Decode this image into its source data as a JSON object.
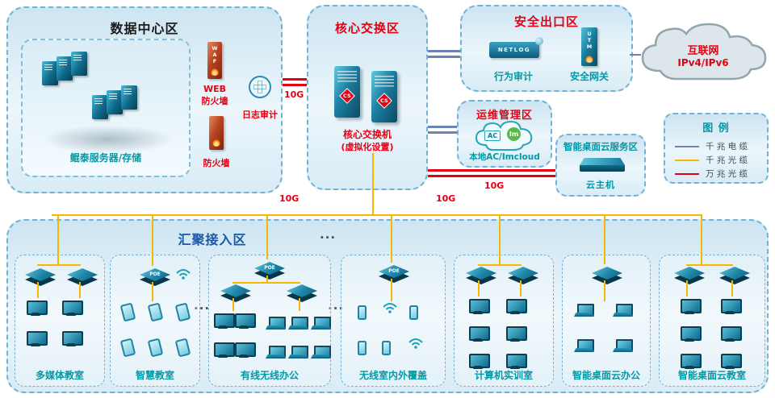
{
  "colors": {
    "gigabit_copper": "#6d83b4",
    "gigabit_fiber": "#f5b800",
    "ten_gigabit_fiber": "#e60012",
    "zone_border": "#72b2d4",
    "label_teal": "#009aa8",
    "label_red": "#e60012",
    "title_blue": "#1b57a8"
  },
  "datacenter": {
    "title": "数据中心区",
    "servers_label": "鲲泰服务器/存储",
    "waf_text": "WAF",
    "web_line1": "WEB",
    "web_line2": "防火墙",
    "log_label": "日志审计",
    "firewall_label": "防火墙"
  },
  "core": {
    "title": "核心交换区",
    "cs_text": "CS",
    "label1": "核心交换机",
    "label2": "(虚拟化设置)"
  },
  "security": {
    "title": "安全出口区",
    "netlog_text": "NETLOG",
    "behavior_label": "行为审计",
    "utm_text": "UTM",
    "gateway_label": "安全网关"
  },
  "internet": {
    "line1": "互联网",
    "line2": "IPv4/IPv6"
  },
  "ops": {
    "title": "运维管理区",
    "ac_text": "AC",
    "im_text": "Im",
    "label": "本地AC/Imcloud"
  },
  "desktop_cloud": {
    "title": "智能桌面云服务区",
    "label": "云主机"
  },
  "legend": {
    "title": "图 例",
    "items": [
      {
        "label": "千 兆 电 缆",
        "color": "#6d83b4"
      },
      {
        "label": "千 兆 光 缆",
        "color": "#f5b800"
      },
      {
        "label": "万 兆 光 缆",
        "color": "#e60012"
      }
    ]
  },
  "aggregation": {
    "title": "汇聚接入区",
    "ellipsis_top": "...",
    "ellipsis_mid1": "...",
    "ellipsis_mid2": "...",
    "subzones": [
      {
        "label": "多媒体教室"
      },
      {
        "label": "智慧教室",
        "switch_tag": "POE"
      },
      {
        "label": "有线无线办公",
        "switch_tag": "POE"
      },
      {
        "label": "无线室内外覆盖",
        "switch_tag": "POE"
      },
      {
        "label": "计算机实训室"
      },
      {
        "label": "智能桌面云办公"
      },
      {
        "label": "智能桌面云教室"
      }
    ]
  },
  "links": {
    "labels": [
      "10G",
      "10G",
      "10G",
      "10G"
    ]
  }
}
